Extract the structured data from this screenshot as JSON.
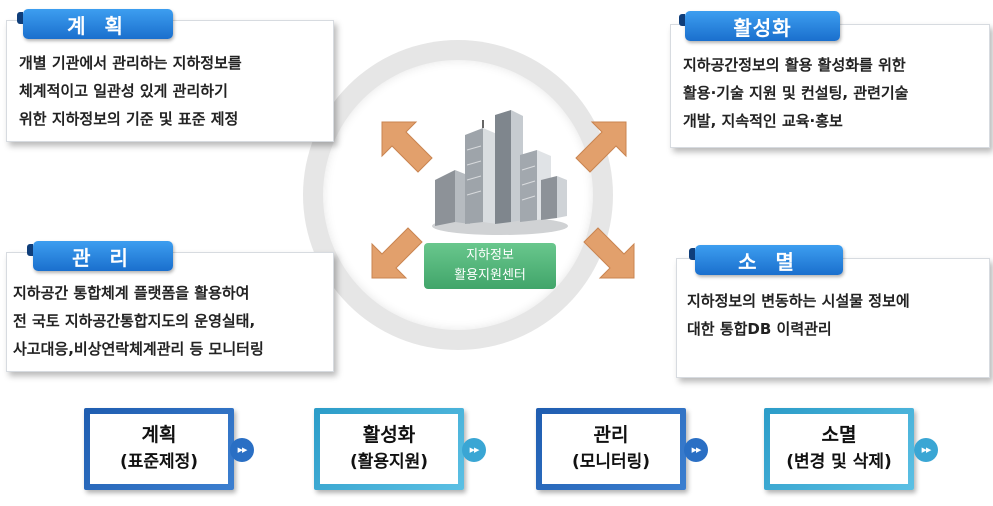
{
  "colors": {
    "tab_blue": "#2a86e0",
    "center_green": "#55b97c",
    "arrow_orange": "#e2a06c",
    "step_blue_dark": "#1e5fb0",
    "step_blue_light": "#3aa6d4"
  },
  "panels": {
    "plan": {
      "tab": "계 획",
      "lines": [
        "개별 기관에서 관리하는 지하정보를",
        "체계적이고 일관성 있게 관리하기",
        "위한 지하정보의 기준 및 표준 제정"
      ]
    },
    "activate": {
      "tab": "활성화",
      "lines": [
        "지하공간정보의 활용 활성화를 위한",
        "활용·기술 지원 및 컨설팅, 관련기술",
        "개발, 지속적인 교육·홍보"
      ]
    },
    "manage": {
      "tab": "관 리",
      "lines": [
        "지하공간 통합체계 플랫폼을 활용하여",
        "전 국토 지하공간통합지도의 운영실태,",
        "사고대응,비상연락체계관리 등 모니터링"
      ]
    },
    "extinct": {
      "tab": "소 멸",
      "lines": [
        "지하정보의 변동하는 시설물 정보에",
        "대한 통합DB 이력관리"
      ]
    }
  },
  "center": {
    "line1": "지하정보",
    "line2": "활용지원센터",
    "icon": "city-buildings-icon"
  },
  "steps": [
    {
      "title": "계획",
      "sub": "(표준제정)"
    },
    {
      "title": "활성화",
      "sub": "(활용지원)"
    },
    {
      "title": "관리",
      "sub": "(모니터링)"
    },
    {
      "title": "소멸",
      "sub": "(변경 및 삭제)"
    }
  ],
  "next_icon": "▶▶"
}
